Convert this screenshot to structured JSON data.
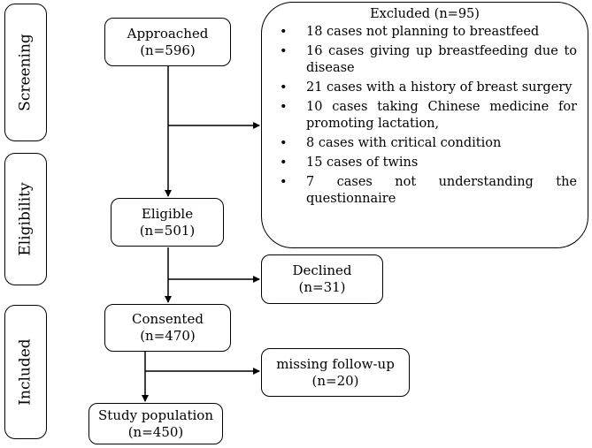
{
  "stages": {
    "screening": "Screening",
    "eligibility": "Eligibility",
    "included": "Included"
  },
  "boxes": {
    "approached": {
      "label": "Approached",
      "count": "(n=596)"
    },
    "eligible": {
      "label": "Eligible",
      "count": "(n=501)"
    },
    "consented": {
      "label": "Consented",
      "count": "(n=470)"
    },
    "study": {
      "label": "Study population",
      "count": "(n=450)"
    },
    "declined": {
      "label": "Declined",
      "count": "(n=31)"
    },
    "missing": {
      "label": "missing follow-up",
      "count": "(n=20)"
    }
  },
  "excluded": {
    "title": "Excluded (n=95)",
    "items": [
      "18 cases not planning to breastfeed",
      "16 cases giving up breastfeeding due to disease",
      "21 cases with a history of breast surgery",
      "10 cases taking Chinese medicine for promoting lactation,",
      "8 cases with critical condition",
      "15 cases of twins",
      "7 cases not understanding the questionnaire"
    ]
  }
}
